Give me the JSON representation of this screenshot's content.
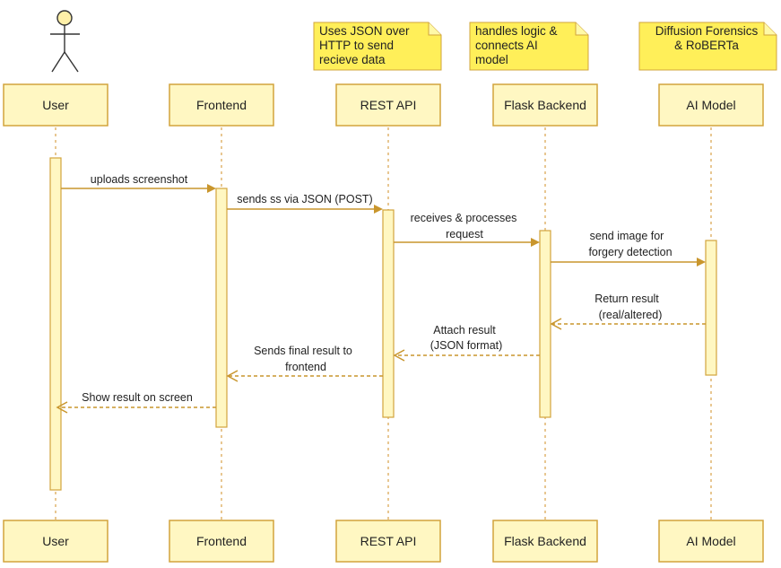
{
  "participants": {
    "user": "User",
    "frontend": "Frontend",
    "rest_api": "REST API",
    "flask_backend": "Flask Backend",
    "ai_model": "AI Model"
  },
  "notes": {
    "rest_api": [
      "Uses JSON over",
      "HTTP to send",
      "recieve data"
    ],
    "flask_backend": [
      "handles logic &",
      "connects AI",
      "model"
    ],
    "ai_model": [
      "Diffusion Forensics",
      "& RoBERTa"
    ]
  },
  "messages": [
    {
      "from": "User",
      "to": "Frontend",
      "kind": "sync",
      "lines": [
        "uploads screenshot"
      ]
    },
    {
      "from": "Frontend",
      "to": "REST API",
      "kind": "sync",
      "lines": [
        "sends ss via JSON (POST)"
      ]
    },
    {
      "from": "REST API",
      "to": "Flask Backend",
      "kind": "sync",
      "lines": [
        "receives & processes",
        "request"
      ]
    },
    {
      "from": "Flask Backend",
      "to": "AI Model",
      "kind": "sync",
      "lines": [
        "send image for",
        "forgery detection"
      ]
    },
    {
      "from": "AI Model",
      "to": "Flask Backend",
      "kind": "return",
      "lines": [
        "Return result",
        "(real/altered)"
      ]
    },
    {
      "from": "Flask Backend",
      "to": "REST API",
      "kind": "return",
      "lines": [
        "Attach result",
        "(JSON format)"
      ]
    },
    {
      "from": "REST API",
      "to": "Frontend",
      "kind": "return",
      "lines": [
        "Sends final result to",
        "frontend"
      ]
    },
    {
      "from": "Frontend",
      "to": "User",
      "kind": "return",
      "lines": [
        "Show result on screen"
      ]
    }
  ],
  "colors": {
    "box_fill": "#fff7c2",
    "box_border": "#d2a43c",
    "note_fill": "#ffef59",
    "arrow": "#c9962d"
  }
}
